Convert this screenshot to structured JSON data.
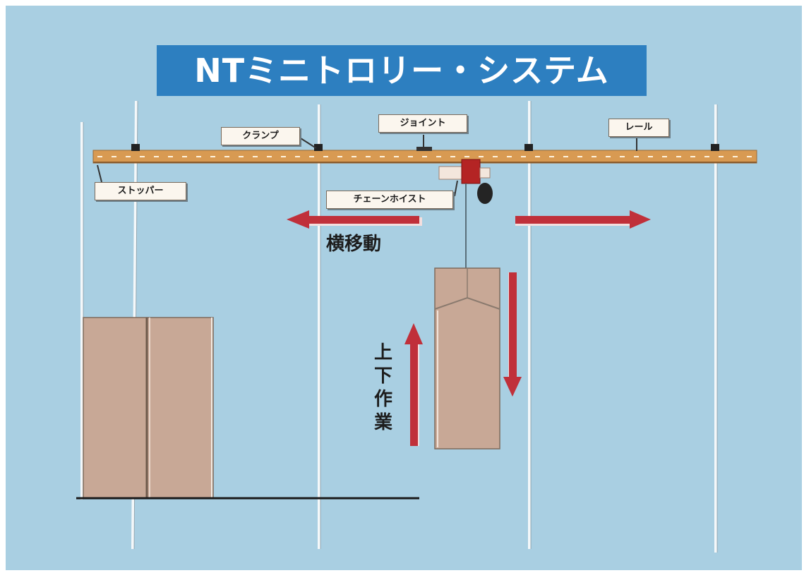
{
  "title": "NTミニトロリー・システム",
  "labels": {
    "clamp": "クランプ",
    "joint": "ジョイント",
    "rail": "レール",
    "stopper": "ストッパー",
    "chain_hoist": "チェーンホイスト"
  },
  "annotations": {
    "horizontal_movement": "横移動",
    "vertical_work": "上下作業"
  },
  "colors": {
    "background": "#a9cfe2",
    "title_background": "#2d7fc0",
    "rail": "#d89a52",
    "hoist": "#b42424",
    "arrow": "#c0303a",
    "panel": "#c8a896"
  }
}
